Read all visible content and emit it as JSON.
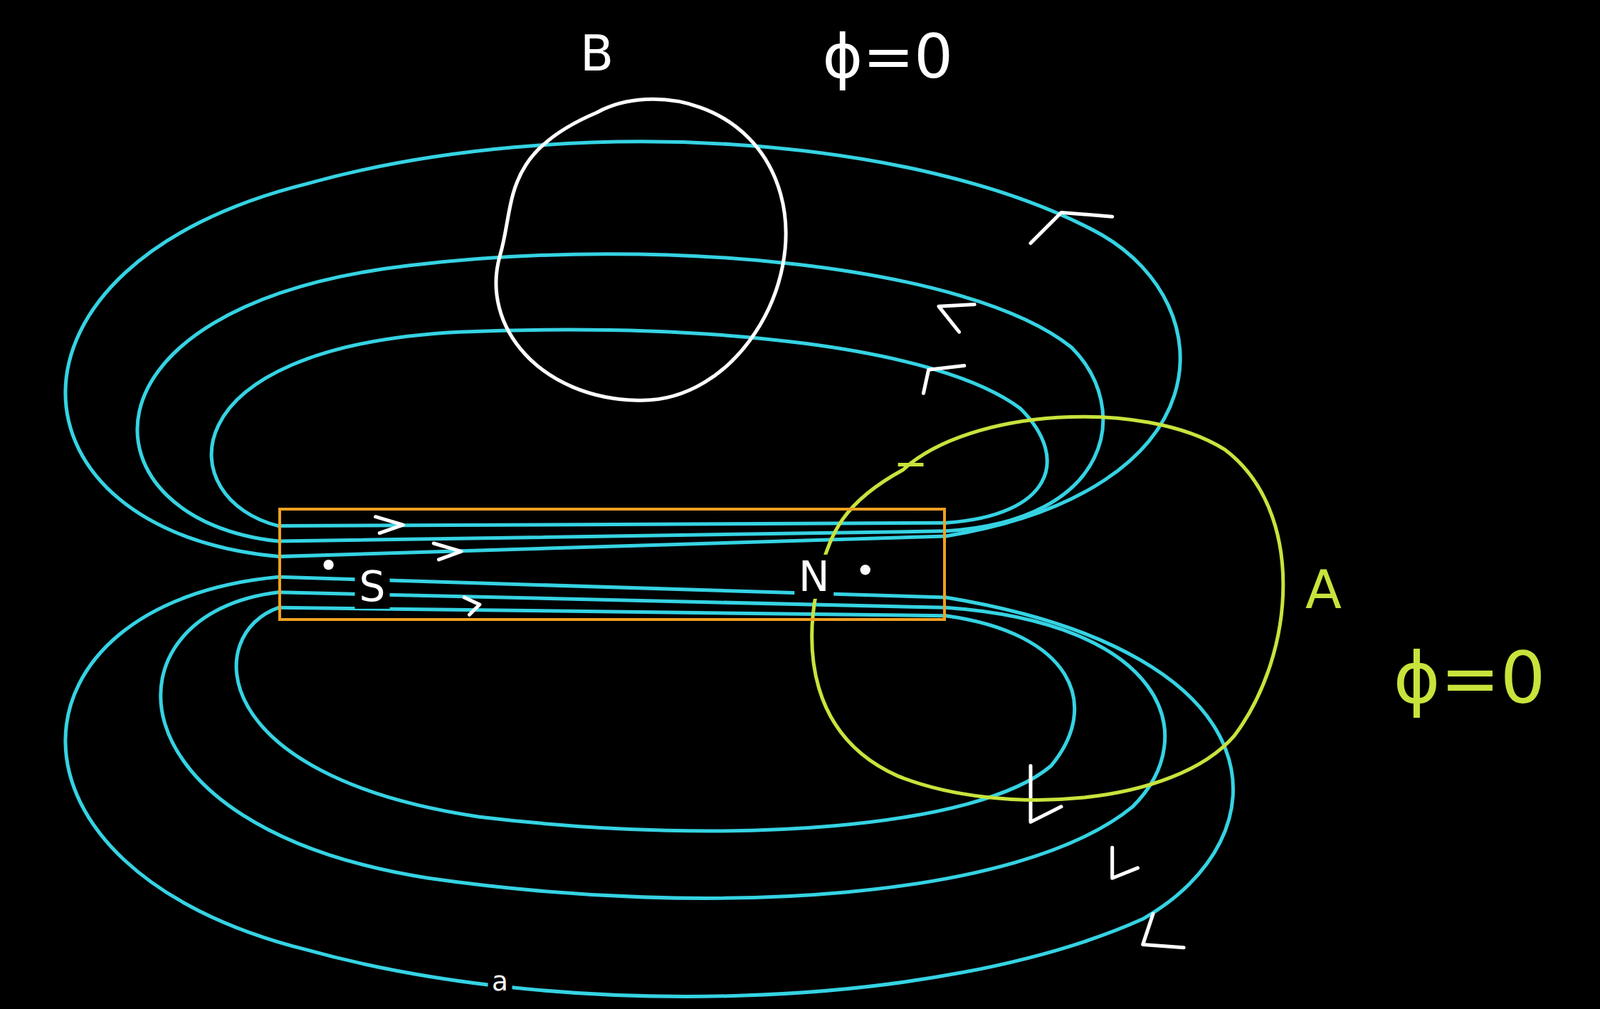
{
  "diagram": {
    "nodes": [
      {
        "text": [
          "S",
          "N"
        ]
      }
    ],
    "labels": [
      "B",
      "ϕ=0",
      "A",
      "ϕ=0",
      "a"
    ]
  }
}
